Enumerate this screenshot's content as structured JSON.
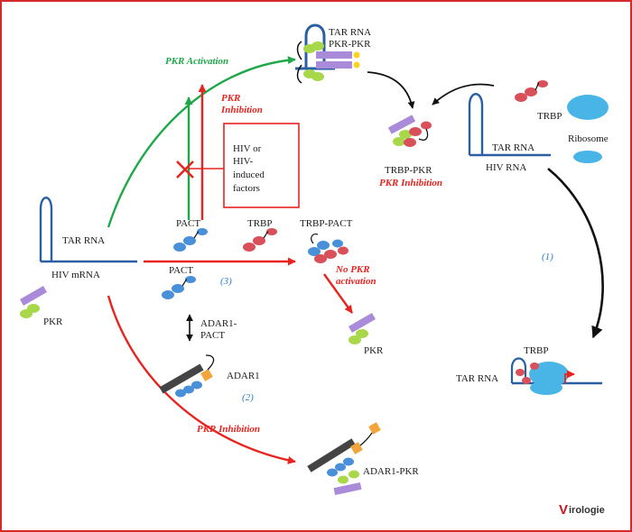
{
  "labels": {
    "tar_rna_top": "TAR RNA",
    "pkr_pkr": "PKR-PKR",
    "pkr_activation": "PKR Activation",
    "pkr_inhibition_top_1": "PKR",
    "pkr_inhibition_top_2": "Inhibition",
    "hiv_box_1": "HIV or",
    "hiv_box_2": "HIV-",
    "hiv_box_3": "induced",
    "hiv_box_4": "factors",
    "trbp_right": "TRBP",
    "ribosome": "Ribosome",
    "tar_rna_right": "TAR RNA",
    "hiv_rna": "HIV RNA",
    "trbp_pkr": "TRBP-PKR",
    "trbp_pkr_inhibition": "PKR Inhibition",
    "tar_rna_left": "TAR RNA",
    "hiv_mrna": "HIV mRNA",
    "pkr_left": "PKR",
    "pact_upper": "PACT",
    "trbp_mid": "TRBP",
    "trbp_pact": "TRBP-PACT",
    "pact_lower": "PACT",
    "step3": "(3)",
    "no_pkr_1": "No PKR",
    "no_pkr_2": "activation",
    "pkr_mid": "PKR",
    "adar1_pact_1": "ADAR1-",
    "adar1_pact_2": "PACT",
    "adar1": "ADAR1",
    "step2": "(2)",
    "pkr_inhibition_bottom": "PKR Inhibition",
    "adar1_pkr": "ADAR1-PKR",
    "step1": "(1)",
    "tar_rna_bottom_right": "TAR RNA",
    "trbp_bottom_right": "TRBP",
    "logo_initial": "V",
    "logo_rest": "irologie"
  },
  "icons": [
    "x-mark-icon",
    "pkr-protein-icon",
    "pact-protein-icon",
    "trbp-protein-icon",
    "adar1-protein-icon",
    "ribosome-icon",
    "tar-rna-hairpin-icon"
  ],
  "colors": {
    "red": "#e8231f",
    "green": "#1ea84a",
    "black": "#1a1a1a",
    "rna_blue": "#2a5fa3",
    "pact_blue": "#4a90d9",
    "trbp_red": "#d9505a",
    "pkr_purple": "#a98bd9",
    "pkr_green": "#a8d84a",
    "adar_orange": "#f2a53a",
    "ribosome_cyan": "#49b4e6",
    "frame": "#d42a2a"
  }
}
